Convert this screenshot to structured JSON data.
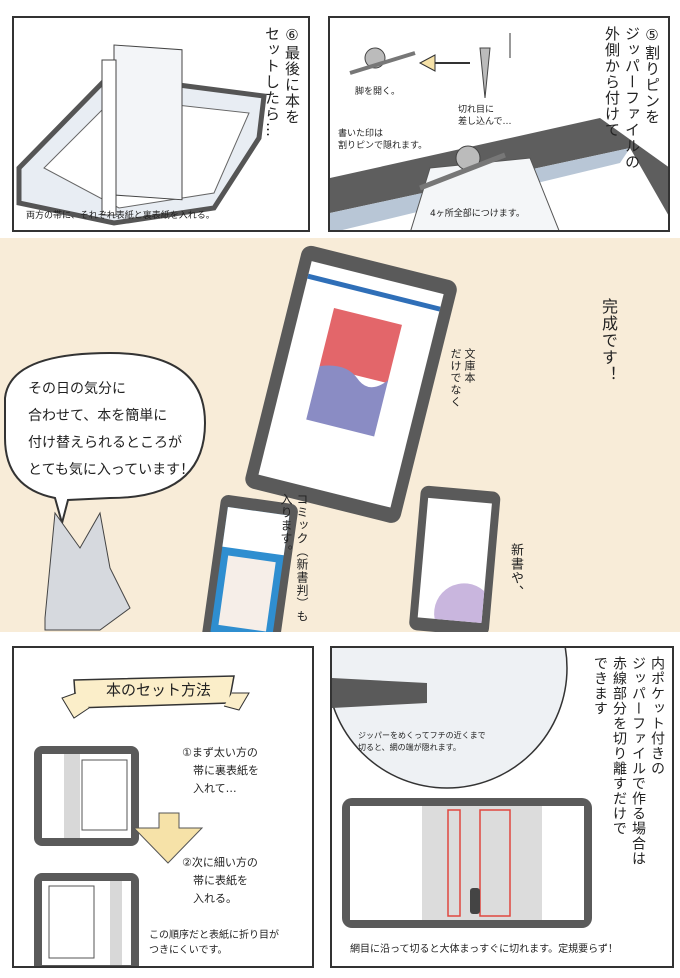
{
  "panel_step6": {
    "heading_lines": [
      "⑥最後に本を",
      "セットしたら…"
    ],
    "caption": "両方の帯に、それぞれ表紙と裏表紙を入れる。"
  },
  "panel_step5": {
    "heading_lines": [
      "⑤割りピンを",
      "ジッパーファイルの",
      "外側から付けて"
    ],
    "note_open_legs": "脚を開く。",
    "note_insert": "切れ目に\n差し込んで…",
    "note_mark": "書いた印は\n割りピンで隠れます。",
    "note_all_four": "4ヶ所全部につけます。"
  },
  "completion": {
    "title": "完成です！",
    "speech_bubble": "その日の気分に\n合わせて、本を簡単に\n付け替えられるところが\nとても気に入っています！",
    "bunko_note": [
      "文庫本",
      "だけでなく"
    ],
    "comic_note": [
      "コミック（新書判）も",
      "入ります。"
    ],
    "shinsho_note": "新書や、"
  },
  "howto": {
    "banner": "本のセット方法",
    "step1": "①まず太い方の\n　帯に裏表紙を\n　入れて…",
    "step2": "②次に細い方の\n　帯に表紙を\n　入れる。",
    "tip": "この順序だと表紙に折り目が\nつきにくいです。"
  },
  "inner_pocket": {
    "heading_lines": [
      "内ポケット付きの",
      "ジッパーファイルで作る場合は",
      "赤線部分を切り離すだけで",
      "できます"
    ],
    "zoom_note": "ジッパーをめくってフチの近くまで\n切ると、網の端が隠れます。",
    "caption": "網目に沿って切ると大体まっすぐに切れます。定規要らず！"
  },
  "colors": {
    "band_bg": "#f8ecd8",
    "file_gray": "#5a5a5a",
    "cover_red": "#e3666a",
    "cover_purple": "#8a8cc4",
    "banner_fill": "#fbeec9",
    "arrow_fill": "#f6e2a8",
    "cut_line": "#e0473e",
    "accent_yellow": "#e6b84a"
  }
}
